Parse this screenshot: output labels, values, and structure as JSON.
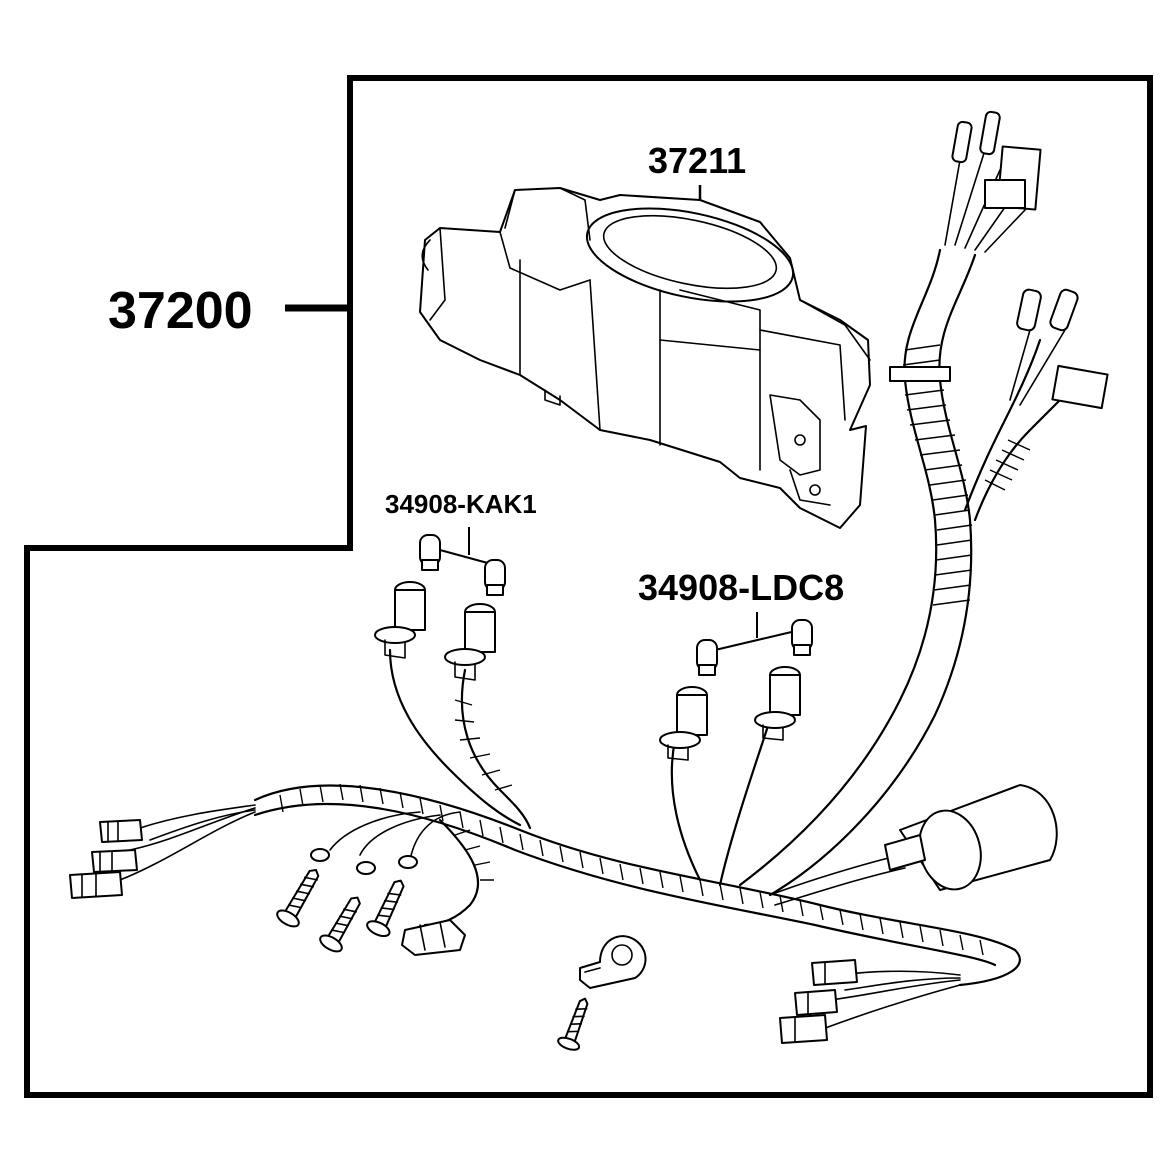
{
  "labels": {
    "assembly": "37200",
    "meter_case": "37211",
    "bulb_a": "34908-KAK1",
    "bulb_b": "34908-LDC8"
  },
  "colors": {
    "line": "#000000",
    "background": "#ffffff"
  }
}
